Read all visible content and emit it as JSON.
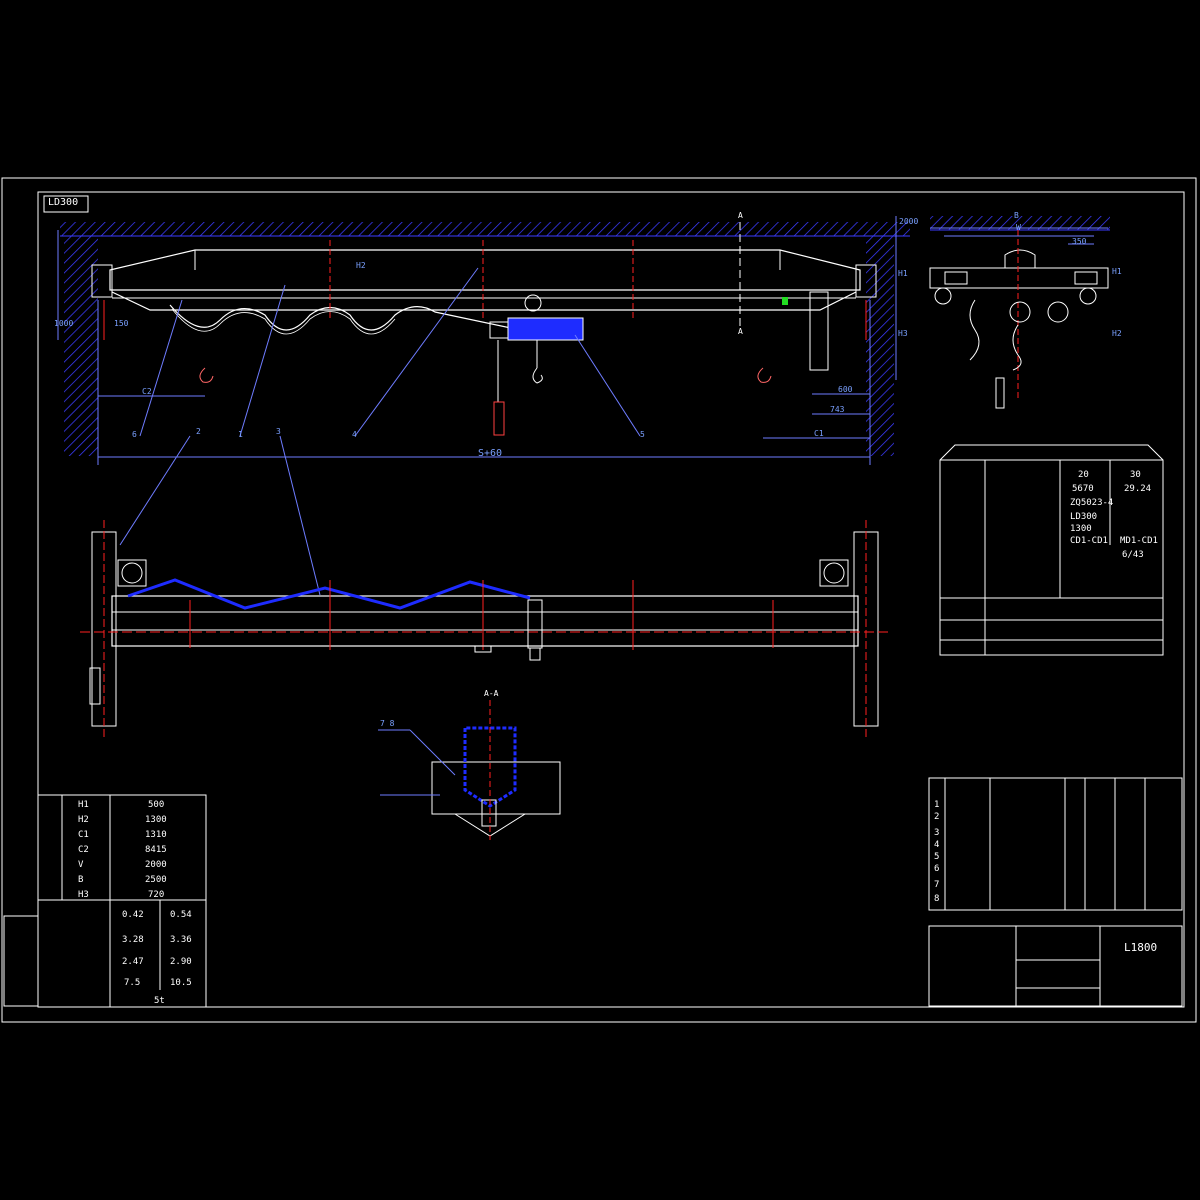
{
  "drawing": {
    "code_box": "LD300",
    "title_block_code": "L1800",
    "overall_span": "S+60",
    "colors": {
      "background": "#000000",
      "line": "#ffffff",
      "dimension": "#6e7cff",
      "accent_blue": "#1e2cff",
      "centerline": "#ff2020",
      "hatch": "#3b3bff",
      "green": "#22dd22"
    }
  },
  "elevation": {
    "dims": {
      "h1": "H1",
      "h2": "H2",
      "h3": "H3",
      "c1": "C1",
      "c2": "C2",
      "d600": "600",
      "d743": "743",
      "d1000": "1000",
      "d150": "150",
      "d2000": "2000"
    },
    "section_marks": [
      "A",
      "A"
    ],
    "callouts": [
      "6",
      "2",
      "1",
      "3",
      "4",
      "5"
    ]
  },
  "side_view": {
    "dims": {
      "b": "B",
      "w": "W",
      "d350": "350",
      "h1": "H1",
      "h2": "H2"
    }
  },
  "section_detail": {
    "title": "A-A",
    "callout": "7 8"
  },
  "param_table_main": {
    "rows": [
      {
        "label": "H1",
        "value": "500"
      },
      {
        "label": "H2",
        "value": "1300"
      },
      {
        "label": "C1",
        "value": "1310"
      },
      {
        "label": "C2",
        "value": "8415"
      },
      {
        "label": "V",
        "value": "2000"
      },
      {
        "label": "B",
        "value": "2500"
      },
      {
        "label": "H3",
        "value": "720"
      }
    ],
    "perf_rows": [
      {
        "values": [
          "0.42",
          "0.54"
        ]
      },
      {
        "values": [
          "3.28",
          "3.36"
        ]
      },
      {
        "values": [
          "2.47",
          "2.90"
        ]
      },
      {
        "values": [
          "7.5",
          "10.5"
        ]
      },
      {
        "values": [
          "5t"
        ]
      }
    ]
  },
  "spec_table": {
    "rows": [
      "",
      "20",
      "30",
      "5670",
      "29.24",
      "ZQ5023-4",
      "LD300",
      "1300",
      "CD1-CD1",
      "MD1-CD1",
      "6/43"
    ]
  },
  "parts_list": {
    "items": [
      "1",
      "2",
      "3",
      "4",
      "5",
      "6",
      "7",
      "8"
    ]
  }
}
